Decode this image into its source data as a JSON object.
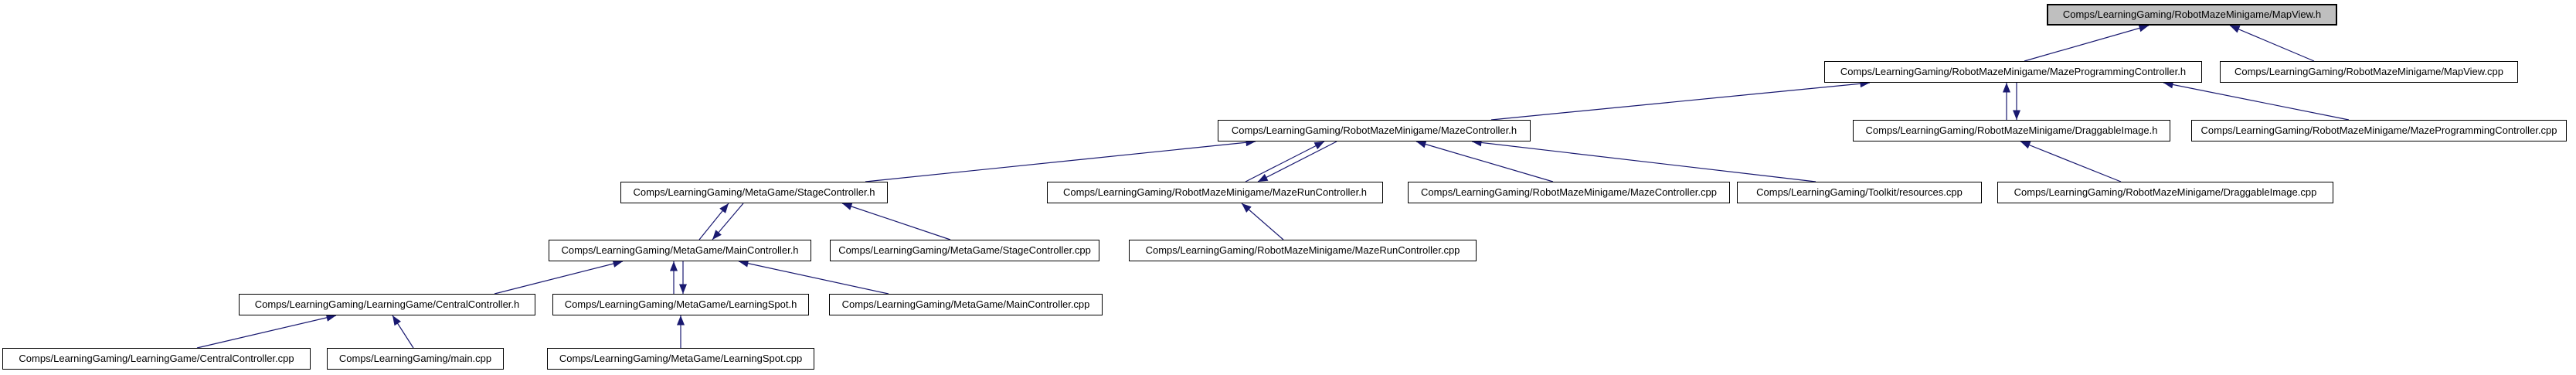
{
  "diagram": {
    "kind": "include-dependency-graph",
    "root_file": "Comps/LearningGaming/RobotMazeMinigame/MapView.h",
    "colors": {
      "edge": "#191970",
      "node_fill": "#ffffff",
      "node_border": "#000000",
      "root_fill": "#bfbfbf",
      "text": "#000000",
      "background": "#ffffff"
    },
    "nodes": [
      {
        "id": "mapview_h",
        "label": "Comps/LearningGaming/RobotMazeMinigame/MapView.h",
        "root": true
      },
      {
        "id": "mazeprog_h",
        "label": "Comps/LearningGaming/RobotMazeMinigame/MazeProgrammingController.h",
        "root": false
      },
      {
        "id": "mapview_cpp",
        "label": "Comps/LearningGaming/RobotMazeMinigame/MapView.cpp",
        "root": false
      },
      {
        "id": "mazectrl_h",
        "label": "Comps/LearningGaming/RobotMazeMinigame/MazeController.h",
        "root": false
      },
      {
        "id": "draggable_h",
        "label": "Comps/LearningGaming/RobotMazeMinigame/DraggableImage.h",
        "root": false
      },
      {
        "id": "mazeprog_cpp",
        "label": "Comps/LearningGaming/RobotMazeMinigame/MazeProgrammingController.cpp",
        "root": false
      },
      {
        "id": "stagectrl_h",
        "label": "Comps/LearningGaming/MetaGame/StageController.h",
        "root": false
      },
      {
        "id": "mazerun_h",
        "label": "Comps/LearningGaming/RobotMazeMinigame/MazeRunController.h",
        "root": false
      },
      {
        "id": "mazectrl_cpp",
        "label": "Comps/LearningGaming/RobotMazeMinigame/MazeController.cpp",
        "root": false
      },
      {
        "id": "resources_cpp",
        "label": "Comps/LearningGaming/Toolkit/resources.cpp",
        "root": false
      },
      {
        "id": "draggable_cpp",
        "label": "Comps/LearningGaming/RobotMazeMinigame/DraggableImage.cpp",
        "root": false
      },
      {
        "id": "mainctrl_h",
        "label": "Comps/LearningGaming/MetaGame/MainController.h",
        "root": false
      },
      {
        "id": "stagectrl_cpp",
        "label": "Comps/LearningGaming/MetaGame/StageController.cpp",
        "root": false
      },
      {
        "id": "mazerun_cpp",
        "label": "Comps/LearningGaming/RobotMazeMinigame/MazeRunController.cpp",
        "root": false
      },
      {
        "id": "central_h",
        "label": "Comps/LearningGaming/LearningGame/CentralController.h",
        "root": false
      },
      {
        "id": "spot_h",
        "label": "Comps/LearningGaming/MetaGame/LearningSpot.h",
        "root": false
      },
      {
        "id": "mainctrl_cpp",
        "label": "Comps/LearningGaming/MetaGame/MainController.cpp",
        "root": false
      },
      {
        "id": "central_cpp",
        "label": "Comps/LearningGaming/LearningGame/CentralController.cpp",
        "root": false
      },
      {
        "id": "main_cpp",
        "label": "Comps/LearningGaming/main.cpp",
        "root": false
      },
      {
        "id": "spot_cpp",
        "label": "Comps/LearningGaming/MetaGame/LearningSpot.cpp",
        "root": false
      }
    ],
    "edges": [
      {
        "from": "mazeprog_h",
        "to": "mapview_h"
      },
      {
        "from": "mapview_cpp",
        "to": "mapview_h"
      },
      {
        "from": "mazectrl_h",
        "to": "mazeprog_h"
      },
      {
        "from": "draggable_h",
        "to": "mazeprog_h"
      },
      {
        "from": "mazeprog_h",
        "to": "draggable_h"
      },
      {
        "from": "mazeprog_cpp",
        "to": "mazeprog_h"
      },
      {
        "from": "stagectrl_h",
        "to": "mazectrl_h"
      },
      {
        "from": "mazerun_h",
        "to": "mazectrl_h"
      },
      {
        "from": "mazectrl_h",
        "to": "mazerun_h"
      },
      {
        "from": "mazectrl_cpp",
        "to": "mazectrl_h"
      },
      {
        "from": "resources_cpp",
        "to": "mazectrl_h"
      },
      {
        "from": "draggable_cpp",
        "to": "draggable_h"
      },
      {
        "from": "mainctrl_h",
        "to": "stagectrl_h"
      },
      {
        "from": "stagectrl_h",
        "to": "mainctrl_h"
      },
      {
        "from": "stagectrl_cpp",
        "to": "stagectrl_h"
      },
      {
        "from": "mazerun_cpp",
        "to": "mazerun_h"
      },
      {
        "from": "central_h",
        "to": "mainctrl_h"
      },
      {
        "from": "spot_h",
        "to": "mainctrl_h"
      },
      {
        "from": "mainctrl_h",
        "to": "spot_h"
      },
      {
        "from": "mainctrl_cpp",
        "to": "mainctrl_h"
      },
      {
        "from": "central_cpp",
        "to": "central_h"
      },
      {
        "from": "main_cpp",
        "to": "central_h"
      },
      {
        "from": "spot_cpp",
        "to": "spot_h"
      }
    ]
  }
}
